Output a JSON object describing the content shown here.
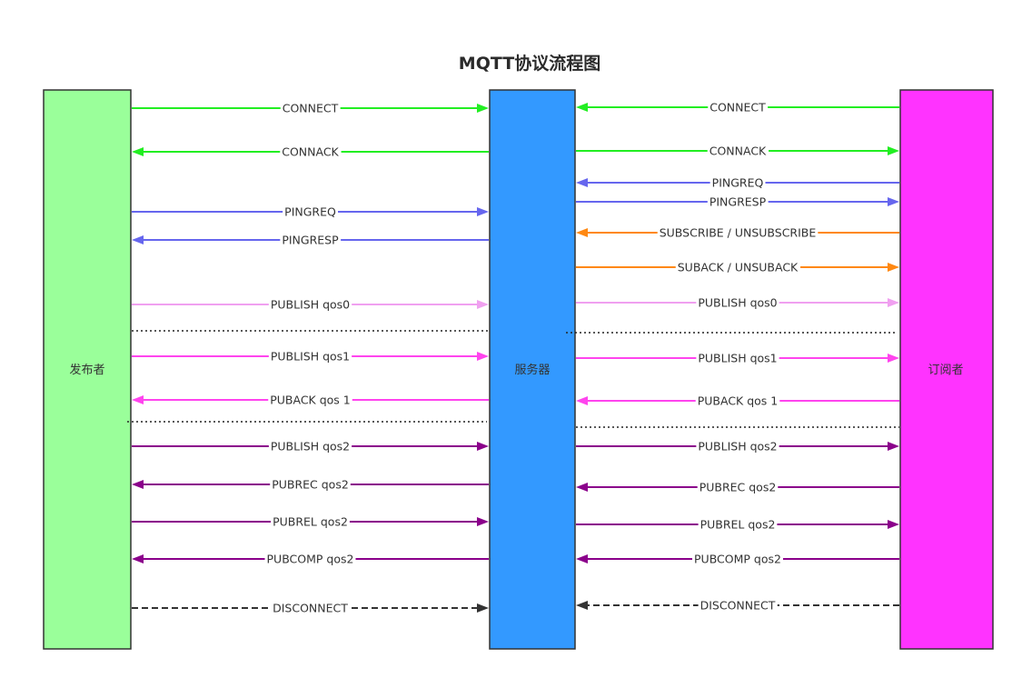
{
  "title": "MQTT协议流程图",
  "participants": {
    "publisher": {
      "label": "发布者",
      "color": "#9aff9a"
    },
    "server": {
      "label": "服务器",
      "color": "#3399ff"
    },
    "subscriber": {
      "label": "订阅者",
      "color": "#ff33ff"
    }
  },
  "colors": {
    "connect": "#22ee22",
    "ping": "#6666ee",
    "subscribe": "#ff8811",
    "qos0": "#f0a0f0",
    "qos1": "#ff44ee",
    "qos2": "#8b008b",
    "disconnect": "#333333",
    "separator": "#222222"
  },
  "left_messages": [
    {
      "label": "CONNECT",
      "color": "connect",
      "dir": "right",
      "style": "solid"
    },
    {
      "label": "CONNACK",
      "color": "connect",
      "dir": "left",
      "style": "solid"
    },
    {
      "label": "PINGREQ",
      "color": "ping",
      "dir": "right",
      "style": "solid"
    },
    {
      "label": "PINGRESP",
      "color": "ping",
      "dir": "left",
      "style": "solid"
    },
    {
      "label": "PUBLISH qos0",
      "color": "qos0",
      "dir": "right",
      "style": "solid"
    },
    {
      "label": "PUBLISH qos1",
      "color": "qos1",
      "dir": "right",
      "style": "solid"
    },
    {
      "label": "PUBACK qos 1",
      "color": "qos1",
      "dir": "left",
      "style": "solid"
    },
    {
      "label": "PUBLISH qos2",
      "color": "qos2",
      "dir": "right",
      "style": "solid"
    },
    {
      "label": "PUBREC qos2",
      "color": "qos2",
      "dir": "left",
      "style": "solid"
    },
    {
      "label": "PUBREL qos2",
      "color": "qos2",
      "dir": "right",
      "style": "solid"
    },
    {
      "label": "PUBCOMP qos2",
      "color": "qos2",
      "dir": "left",
      "style": "solid"
    },
    {
      "label": "DISCONNECT",
      "color": "disconnect",
      "dir": "right",
      "style": "dashed"
    }
  ],
  "right_messages": [
    {
      "label": "CONNECT",
      "color": "connect",
      "dir": "left",
      "style": "solid"
    },
    {
      "label": "CONNACK",
      "color": "connect",
      "dir": "right",
      "style": "solid"
    },
    {
      "label": "PINGREQ",
      "color": "ping",
      "dir": "left",
      "style": "solid"
    },
    {
      "label": "PINGRESP",
      "color": "ping",
      "dir": "right",
      "style": "solid"
    },
    {
      "label": "SUBSCRIBE / UNSUBSCRIBE",
      "color": "subscribe",
      "dir": "left",
      "style": "solid"
    },
    {
      "label": "SUBACK / UNSUBACK",
      "color": "subscribe",
      "dir": "right",
      "style": "solid"
    },
    {
      "label": "PUBLISH qos0",
      "color": "qos0",
      "dir": "right",
      "style": "solid"
    },
    {
      "label": "PUBLISH qos1",
      "color": "qos1",
      "dir": "right",
      "style": "solid"
    },
    {
      "label": "PUBACK qos 1",
      "color": "qos1",
      "dir": "left",
      "style": "solid"
    },
    {
      "label": "PUBLISH qos2",
      "color": "qos2",
      "dir": "right",
      "style": "solid"
    },
    {
      "label": "PUBREC qos2",
      "color": "qos2",
      "dir": "left",
      "style": "solid"
    },
    {
      "label": "PUBREL qos2",
      "color": "qos2",
      "dir": "right",
      "style": "solid"
    },
    {
      "label": "PUBCOMP qos2",
      "color": "qos2",
      "dir": "left",
      "style": "solid"
    },
    {
      "label": "DISCONNECT",
      "color": "disconnect",
      "dir": "left",
      "style": "dashed"
    }
  ]
}
